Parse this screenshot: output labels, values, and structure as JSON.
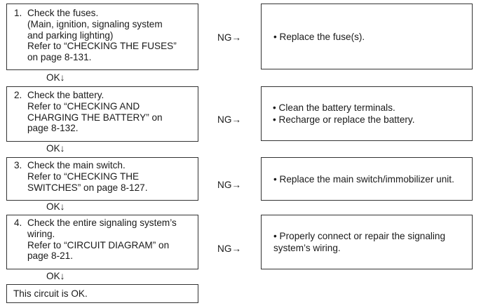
{
  "steps": [
    {
      "number": "1.",
      "text": "Check the fuses.\n(Main, ignition, signaling system\nand parking lighting)\nRefer to “CHECKING THE FUSES”\non page 8-131.",
      "ng": "NG→",
      "ok": "OK↓",
      "action": [
        "Replace the fuse(s)."
      ]
    },
    {
      "number": "2.",
      "text": "Check the battery.\nRefer to “CHECKING AND\nCHARGING THE BATTERY” on\npage 8-132.",
      "ng": "NG→",
      "ok": "OK↓",
      "action": [
        "Clean the battery terminals.",
        "Recharge or replace the battery."
      ]
    },
    {
      "number": "3.",
      "text": "Check the main switch.\nRefer to “CHECKING THE\nSWITCHES” on page 8-127.",
      "ng": "NG→",
      "ok": "OK↓",
      "action": [
        "Replace the main switch/immobilizer unit."
      ]
    },
    {
      "number": "4.",
      "text": "Check the entire signaling system’s\nwiring.\nRefer to “CIRCUIT DIAGRAM” on\npage 8-21.",
      "ng": "NG→",
      "ok": "OK↓",
      "action": [
        "Properly connect or repair the signaling\nsystem’s wiring."
      ]
    }
  ],
  "final": "This circuit is OK."
}
